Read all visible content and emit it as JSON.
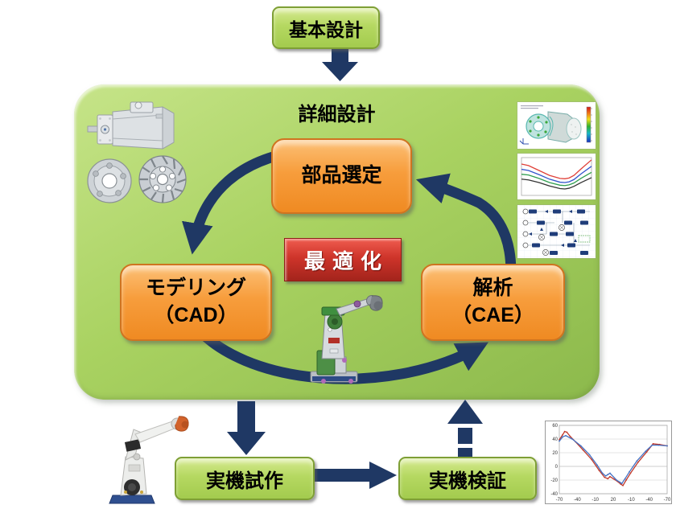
{
  "flow": {
    "basic_design": "基本設計",
    "detailed_design": "詳細設計",
    "parts_selection": "部品選定",
    "modeling": [
      "モデリング",
      "（CAD）"
    ],
    "analysis": [
      "解析",
      "（CAE）"
    ],
    "optimization": "最適化",
    "prototype": "実機試作",
    "verification": "実機検証"
  },
  "colors": {
    "arrow_navy": "#1f3864",
    "panel_green_top": "#c6e489",
    "panel_green_bottom": "#8cb94c",
    "process_box_border": "#7e9f35",
    "orange_box_border": "#cf7420",
    "optimization_red": "#ce342a",
    "page_background": "#ffffff"
  },
  "images": {
    "motor_cad": "servo-motor-cad-render",
    "gears_cad": "gear-and-flange-cad-render",
    "robot_cad": "robot-arm-cad-model",
    "robot_photo": "robot-arm-prototype-photo",
    "fea_thumbnail": "cae-fea-contour-result",
    "curves_thumbnail": "cae-response-curves",
    "block_diagram_thumbnail": "simulation-block-diagram"
  },
  "chart_data": {
    "verification_chart": {
      "type": "line",
      "title": "",
      "xlabel": "",
      "ylabel": "",
      "xlim": [
        0,
        100
      ],
      "ylim": [
        -40,
        60
      ],
      "yticks": [
        60,
        40,
        20,
        0,
        -20,
        -40
      ],
      "xtick_labels": [
        "-70",
        "-40",
        "-10",
        "20",
        "-10",
        "-40",
        "-70"
      ],
      "grid": true,
      "markers": true,
      "series": [
        {
          "name": "red-series",
          "color": "#c0392b",
          "x": [
            0,
            3,
            5,
            7,
            10,
            15,
            22,
            30,
            37,
            42,
            45,
            47,
            54,
            57,
            59,
            62,
            66,
            73,
            81,
            87,
            93,
            100
          ],
          "y": [
            39,
            46,
            51,
            50,
            44,
            36,
            24,
            10,
            -6,
            -16,
            -18,
            -15,
            -22,
            -26,
            -28,
            -20,
            -10,
            6,
            21,
            33,
            32,
            30
          ]
        },
        {
          "name": "blue-series",
          "color": "#4472c4",
          "x": [
            0,
            3,
            6,
            12,
            20,
            28,
            35,
            40,
            43,
            45,
            47,
            53,
            56,
            58,
            61,
            65,
            72,
            80,
            86,
            92,
            100
          ],
          "y": [
            37,
            43,
            45,
            40,
            30,
            17,
            2,
            -10,
            -14,
            -12,
            -10,
            -20,
            -23,
            -25,
            -18,
            -8,
            8,
            22,
            31,
            31,
            30
          ]
        }
      ]
    },
    "cae_curves_thumbnail": {
      "type": "line",
      "xlim": [
        0,
        100
      ],
      "ylim": [
        0,
        10
      ],
      "grid": false,
      "series": [
        {
          "name": "red-series",
          "color": "#e04038",
          "x": [
            0,
            10,
            25,
            40,
            55,
            62,
            68,
            75,
            85,
            100
          ],
          "y": [
            8.3,
            7.9,
            6.6,
            5.3,
            4.5,
            4.4,
            4.6,
            5.3,
            7.0,
            9.4
          ]
        },
        {
          "name": "blue-series",
          "color": "#3355cc",
          "x": [
            0,
            10,
            25,
            40,
            55,
            62,
            68,
            75,
            85,
            100
          ],
          "y": [
            6.9,
            6.6,
            5.5,
            4.3,
            3.5,
            3.4,
            3.6,
            4.2,
            5.7,
            7.7
          ]
        },
        {
          "name": "green-series",
          "color": "#2f9e4f",
          "x": [
            0,
            10,
            25,
            40,
            55,
            62,
            68,
            75,
            85,
            100
          ],
          "y": [
            5.6,
            5.4,
            4.5,
            3.4,
            2.7,
            2.6,
            2.8,
            3.3,
            4.5,
            6.1
          ]
        },
        {
          "name": "black-series",
          "color": "#333333",
          "x": [
            0,
            10,
            25,
            40,
            55,
            62,
            68,
            75,
            85,
            100
          ],
          "y": [
            4.3,
            4.1,
            3.4,
            2.5,
            1.8,
            1.7,
            1.9,
            2.4,
            3.4,
            4.7
          ]
        }
      ]
    }
  }
}
